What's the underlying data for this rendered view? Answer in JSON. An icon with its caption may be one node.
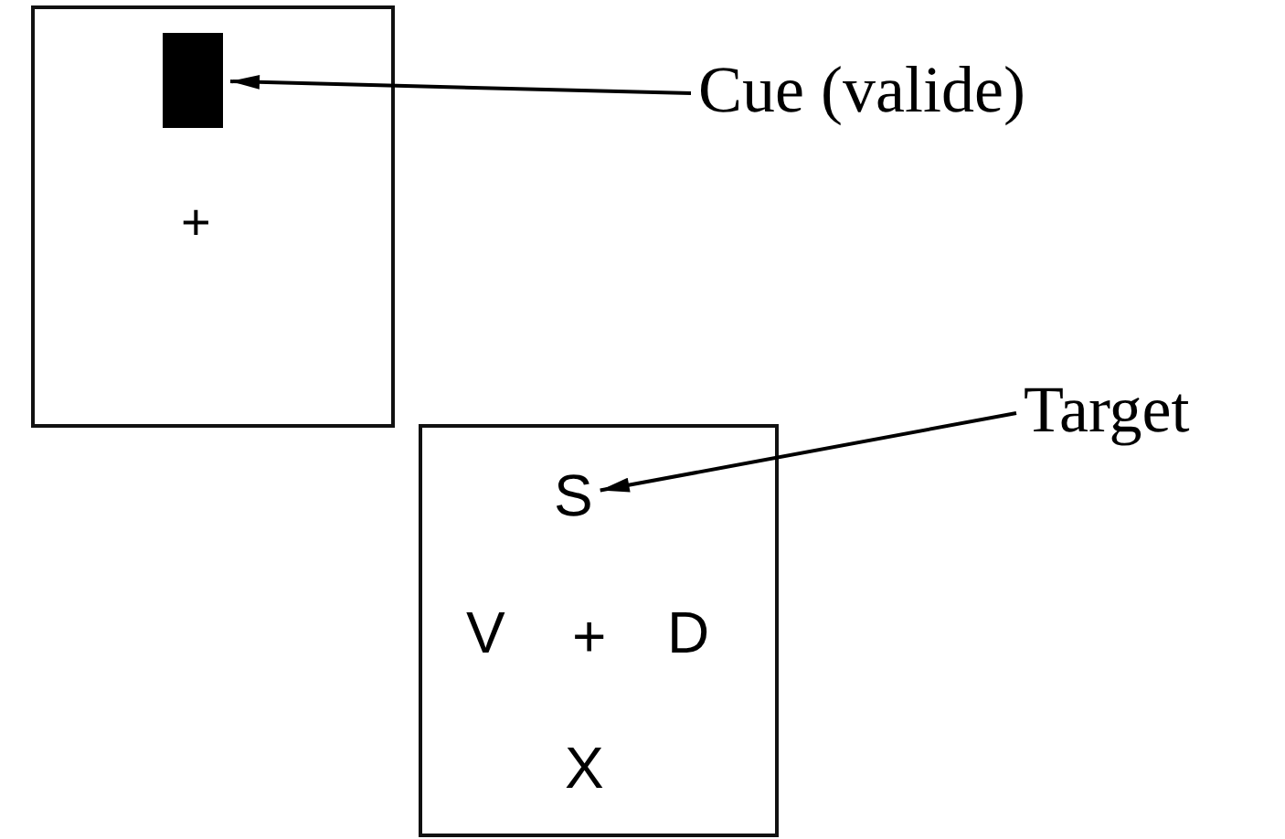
{
  "diagram": {
    "nodes": [
      {
        "text": [],
        "shape": "box"
      },
      {
        "text": [],
        "shape": "bar",
        "in": 0
      },
      {
        "text": [
          "Cue (valide)"
        ]
      },
      {
        "text": [],
        "shape": "box"
      },
      {
        "text": [
          "S"
        ],
        "in": 3
      },
      {
        "text": [
          "Target"
        ]
      }
    ],
    "edges": [
      {
        "from": 2,
        "to": 1,
        "arrow": "to"
      },
      {
        "from": 5,
        "to": 4,
        "arrow": "to"
      }
    ],
    "labels": [
      "+",
      "V",
      "+",
      "D",
      "X"
    ]
  }
}
